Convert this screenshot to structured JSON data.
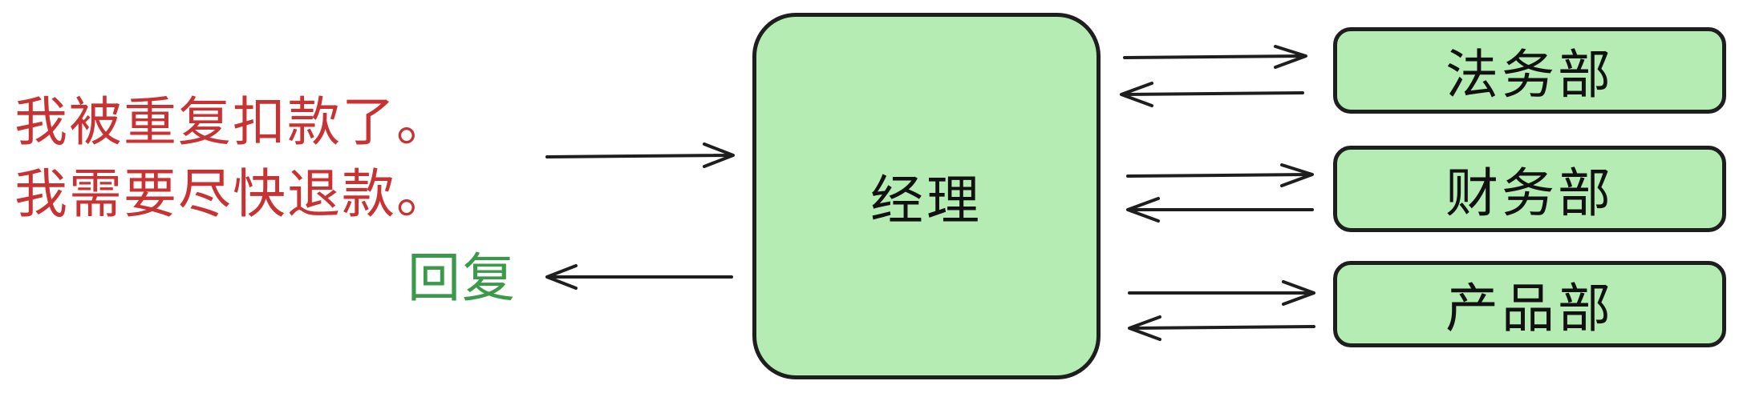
{
  "request": {
    "line1": "我被重复扣款了。",
    "line2": "我需要尽快退款。"
  },
  "reply": {
    "label": "回复"
  },
  "manager": {
    "label": "经理"
  },
  "departments": [
    {
      "label": "法务部"
    },
    {
      "label": "财务部"
    },
    {
      "label": "产品部"
    }
  ],
  "colors": {
    "request_text": "#c83232",
    "reply_text": "#3a9a4a",
    "box_fill": "#b4ecb4",
    "stroke": "#1e1e1e"
  }
}
